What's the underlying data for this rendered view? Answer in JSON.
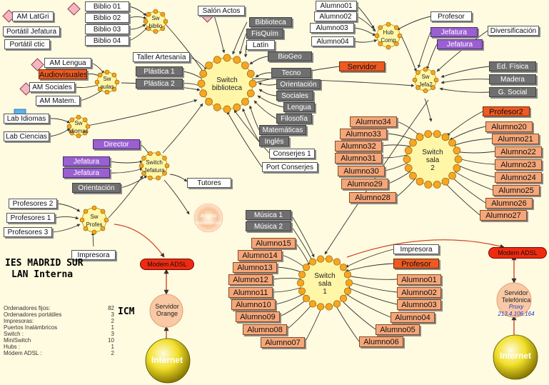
{
  "colors": {
    "background": "#fffbe0",
    "switch_fill": "#fff6a8",
    "port_fill": "#f5a623",
    "student_box": "#f5a77a",
    "server_box": "#ee5a22",
    "admin_box": "#9a5fd0",
    "gray_box": "#6f6f6f",
    "internet": "#f2e02a"
  },
  "switches": {
    "biblio": "Sw biblio",
    "biblioteca": "Switch biblioteca",
    "aulas": "Sw aulas",
    "idiomas": "Sw idiomas",
    "jefatura": "Switch Jefatura",
    "profes": "Sw Profes",
    "hub": "Hub Comp",
    "jefa2": "Sw Jefa2",
    "sala2": "Switch sala 2",
    "sala1": "Switch sala 1"
  },
  "nodes": {
    "biblio": [
      "Biblio 01",
      "Biblio 02",
      "Biblio 03",
      "Biblio 04"
    ],
    "left_top": [
      "AM LatGri",
      "Portátil Jefatura",
      "Portátil ctic"
    ],
    "aulas": [
      "AM Lengua",
      "Audiovisuales",
      "AM Sociales",
      "AM Matem."
    ],
    "plastica": [
      "Plástica 1",
      "Plástica 2"
    ],
    "taller": "Taller Artesanía",
    "salon": "Salón Actos",
    "biblioteca_right": [
      "Biblioteca",
      "FisQuím",
      "Latín",
      "BioGeo",
      "Tecno",
      "Orientación",
      "Sociales",
      "Lengua",
      "Filosofía",
      "Matemáticas",
      "Inglés",
      "Conserjes 1",
      "Port Conserjes"
    ],
    "servidor": "Servidor",
    "idiomas": [
      "Lab Idiomas",
      "Lab Ciencias"
    ],
    "jefatura": [
      "Director",
      "Jefatura",
      "Jefatura",
      "Orientación"
    ],
    "tutores": "Tutores",
    "wireless": "Acceso Inalámbrico",
    "profesores": [
      "Profesores 2",
      "Profesores 1",
      "Profesores 3"
    ],
    "impresora_left": "Impresora",
    "hub_left": [
      "Alumno01",
      "Alumno02",
      "Alumno03",
      "Alumno04"
    ],
    "profesor_top": "Profesor",
    "jefatura_right": [
      "Jefatura",
      "Jefatura"
    ],
    "diversificacion": "Diversificación",
    "jefa2_right": [
      "Ed. Física",
      "Madera",
      "G. Social"
    ],
    "sala2_left": [
      "Alumno34",
      "Alumno33",
      "Alumno32",
      "Alumno31",
      "Alumno30",
      "Alumno29",
      "Alumno28"
    ],
    "sala2_right": [
      "Profesor2",
      "Alumno20",
      "Alumno21",
      "Alumno22",
      "Alumno23",
      "Alumno24",
      "Alumno25",
      "Alumno26",
      "Alumno27"
    ],
    "musica": [
      "Música 1",
      "Música 2"
    ],
    "sala1_left": [
      "Alumno15",
      "Alumno14",
      "Alumno13",
      "Alumno12",
      "Alumno11",
      "Alumno10",
      "Alumno09",
      "Alumno08",
      "Alumno07"
    ],
    "sala1_right_top": [
      "Impresora",
      "Profesor"
    ],
    "sala1_right": [
      "Alumno01",
      "Alumno02",
      "Alumno03",
      "Alumno04",
      "Alumno05",
      "Alumno06"
    ]
  },
  "title": [
    "IES MADRID SUR",
    "LAN Interna"
  ],
  "icm": "ICM",
  "modem_left": "Modem ADSL",
  "modem_right": "Modem ADSL",
  "server_orange": [
    "Servidor",
    "Orange"
  ],
  "server_tel": [
    "Servidor",
    "Telefónica"
  ],
  "proxy": [
    "Proxy",
    "213.4.106.164"
  ],
  "internet": "Internet",
  "stats": [
    {
      "label": "Ordenadores fijos:",
      "value": "82"
    },
    {
      "label": "Ordenadores portátiles",
      "value": "3"
    },
    {
      "label": "Impresoras:",
      "value": "2"
    },
    {
      "label": "Puertos Inalámbricos",
      "value": "1"
    },
    {
      "label": "Switch :",
      "value": "3"
    },
    {
      "label": "MiniSwitch",
      "value": "10"
    },
    {
      "label": "Hubs :",
      "value": "1"
    },
    {
      "label": "Módem ADSL :",
      "value": "2"
    }
  ]
}
